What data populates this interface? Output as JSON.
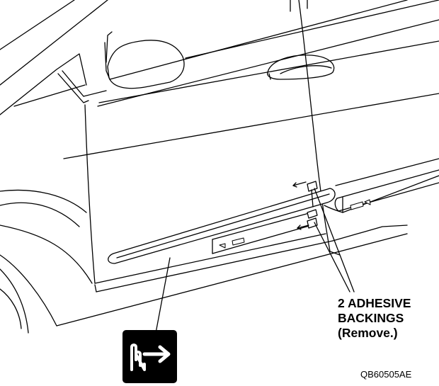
{
  "callout": {
    "lines": [
      "2 ADHESIVE",
      "BACKINGS",
      "(Remove.)"
    ]
  },
  "figure_code": "QB60505AE",
  "icons": {
    "press_symbol": "hand-press-arrow-icon",
    "arrows": "direction-arrow-icon",
    "moulding": "door-side-moulding",
    "backing_tabs": "adhesive-backing-tab-icon"
  },
  "colors": {
    "line": "#000000",
    "moulding_fill": "#ffffff",
    "symbol_bg": "#000000",
    "symbol_fg": "#ffffff"
  }
}
